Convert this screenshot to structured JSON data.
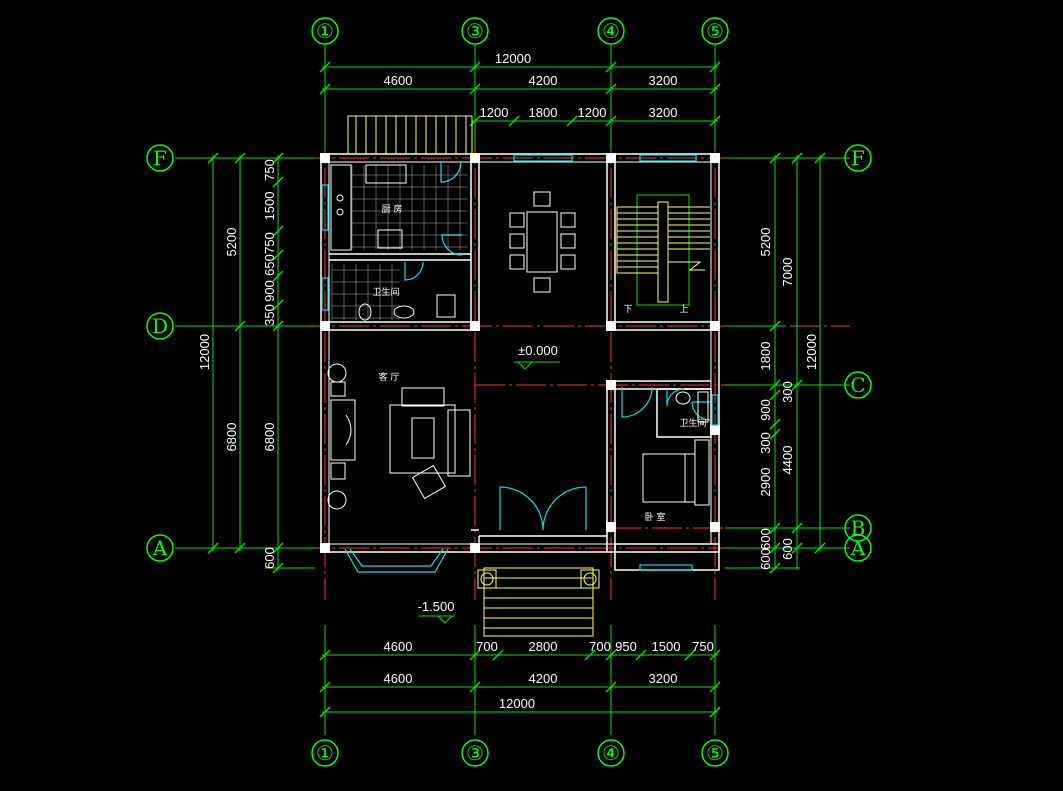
{
  "axes": {
    "columns": [
      "①",
      "③",
      "④",
      "⑤"
    ],
    "rows": [
      "F",
      "D",
      "C",
      "B",
      "A"
    ]
  },
  "dims": {
    "top_total": "12000",
    "top_spans": [
      "4600",
      "4200",
      "3200"
    ],
    "top_sub": [
      "1200",
      "1800",
      "1200",
      "3200"
    ],
    "bottom_sub": [
      "4600",
      "700",
      "2800",
      "700",
      "950",
      "1500",
      "750"
    ],
    "bottom_spans": [
      "4600",
      "4200",
      "3200"
    ],
    "bottom_total": "12000",
    "left_total": "12000",
    "left_spans": [
      "5200",
      "6800"
    ],
    "left_inner": [
      "6800",
      "600"
    ],
    "left_sub": [
      "750",
      "1500",
      "750",
      "650",
      "900",
      "350"
    ],
    "right_sub": [
      "5200",
      "1800",
      "300",
      "900",
      "300",
      "2900",
      "600",
      "600"
    ],
    "right_mid": [
      "7000",
      "4400",
      "600"
    ],
    "right_total": "12000"
  },
  "levels": {
    "floor": "±0.000",
    "outside": "-1.500"
  },
  "rooms": {
    "kitchen": "厨 房",
    "bath_west": "卫生间",
    "living": "客 厅",
    "bath_east": "卫生间",
    "bedroom": "卧 室",
    "stair_down": "下",
    "stair_up": "上"
  },
  "colors": {
    "axis": "#00ff00",
    "dimension": "#00ff00",
    "wall": "#ffffff",
    "centerline": "#ff0000",
    "window": "#00ffff",
    "stair": "#ffff66"
  }
}
